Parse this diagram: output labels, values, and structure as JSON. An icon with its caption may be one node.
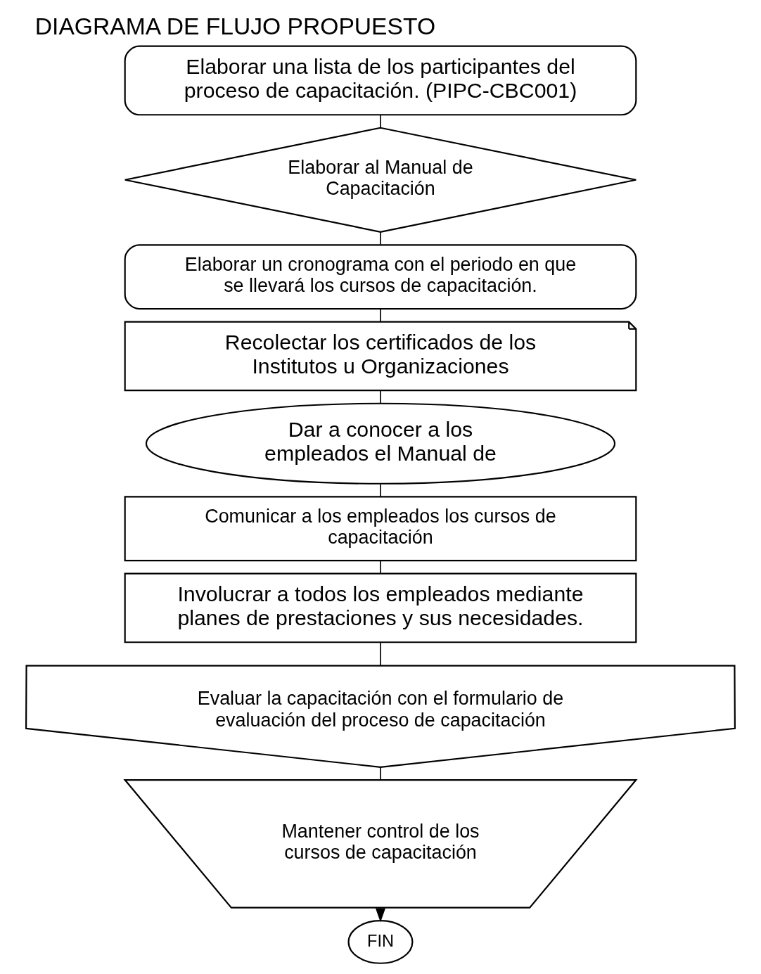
{
  "diagram": {
    "title": "DIAGRAMA DE FLUJO PROPUESTO",
    "nodes": [
      {
        "text": [
          "Elaborar una lista de los participantes del proceso de capacitación. (PIPC-CBC001)"
        ]
      },
      {
        "text": [
          "Elaborar al Manual de Capacitación"
        ]
      },
      {
        "text": [
          "Elaborar un cronograma con el periodo en que se llevará los cursos de capacitación."
        ]
      },
      {
        "text": [
          "Recolectar los certificados de los Institutos u Organizaciones"
        ]
      },
      {
        "text": [
          "Dar a conocer a los empleados el Manual de"
        ]
      },
      {
        "text": [
          "Comunicar a los empleados los cursos de capacitación"
        ]
      },
      {
        "text": [
          "Involucrar a todos los empleados mediante planes de prestaciones y sus necesidades."
        ]
      },
      {
        "text": [
          "Evaluar la capacitación con el formulario de evaluación del proceso de capacitación"
        ]
      },
      {
        "text": [
          "Mantener control de los cursos de capacitación"
        ]
      },
      {
        "text": [
          "FIN"
        ]
      }
    ],
    "edges": [
      {
        "from": 0,
        "to": 1,
        "arrow": "none"
      },
      {
        "from": 1,
        "to": 2,
        "arrow": "none"
      },
      {
        "from": 2,
        "to": 3,
        "arrow": "none"
      },
      {
        "from": 3,
        "to": 4,
        "arrow": "none"
      },
      {
        "from": 4,
        "to": 5,
        "arrow": "none"
      },
      {
        "from": 5,
        "to": 6,
        "arrow": "none"
      },
      {
        "from": 6,
        "to": 7,
        "arrow": "none"
      },
      {
        "from": 7,
        "to": 8,
        "arrow": "none"
      },
      {
        "from": 8,
        "to": 9,
        "arrow": "to"
      }
    ]
  }
}
